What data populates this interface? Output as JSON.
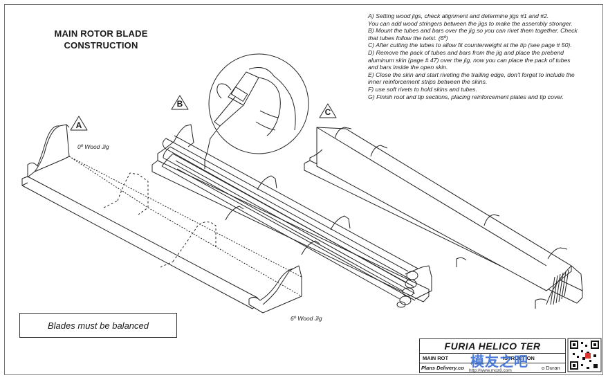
{
  "title": [
    "MAIN ROTOR BLADE",
    "CONSTRUCTION"
  ],
  "notes": [
    "A) Setting wood jigs, check alignment and determine jigs #1 and #2.",
    "You can add wood stringers  between the jigs to make the assembly stronger.",
    "B) Mount the tubes and bars over the jig so you can rivet them together, Check",
    "that tubes follow the twist. (6º)",
    "C) After cutting the tubes to allow fit counterweight at  the tip (see page # 50).",
    "D) Remove the pack of tubes and bars from the jig and place the prebend",
    "aluminum skin (page # 47) over the jig, now you can place the pack of tubes",
    "and bars inside the open skin.",
    "E) Close the skin and start riveting the trailing edge, don't forget to include the",
    "inner reinforcement strips between the skins.",
    "F) use soft rivets to hold skins and tubes.",
    "G) Finish root and tip sections, placing reinforcement plates and tip cover."
  ],
  "labels": {
    "a": "A",
    "b": "B",
    "c": "C",
    "jig0": "0º Wood Jig",
    "jig6": "6º Wood Jig"
  },
  "balance_note": "Blades must be balanced",
  "title_block": {
    "brand": "FURIA HELICO  TER",
    "drawing": "MAIN ROT",
    "drawing_tail": "ISTRUCTION",
    "plans": "Plans Delivery.co",
    "author": "o Duran"
  },
  "watermark": {
    "text": "模友之吧",
    "url": "http://www.moz8.com"
  }
}
